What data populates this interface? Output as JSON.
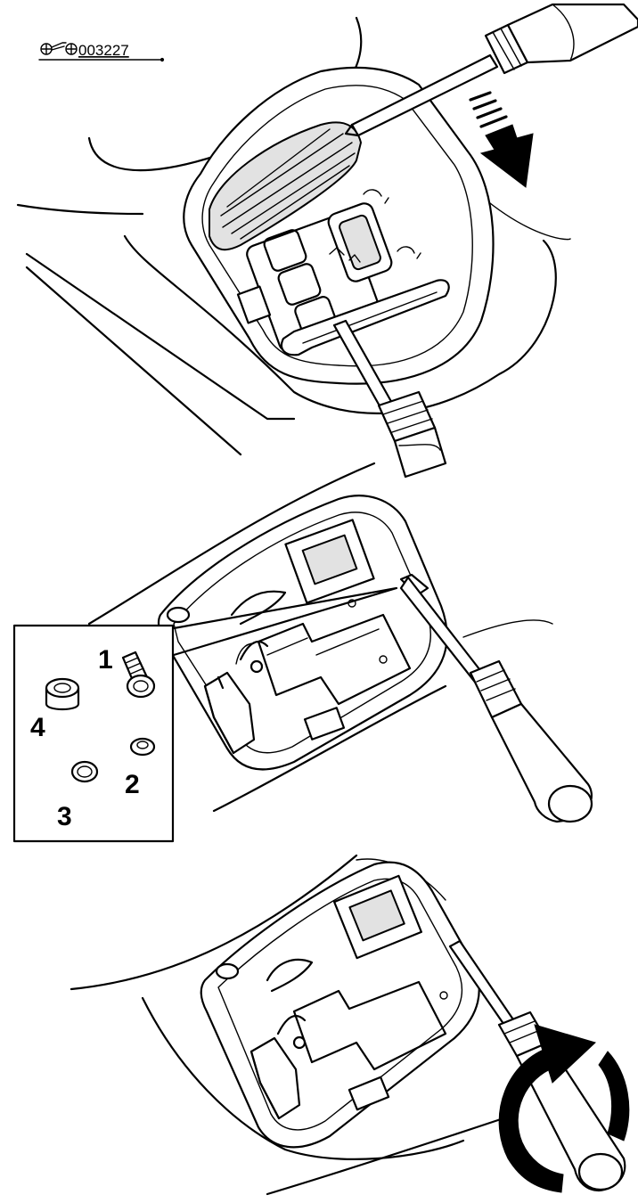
{
  "reference": {
    "code": "003227"
  },
  "callouts": [
    {
      "id": "1",
      "label": "1"
    },
    {
      "id": "2",
      "label": "2"
    },
    {
      "id": "3",
      "label": "3"
    },
    {
      "id": "4",
      "label": "4"
    }
  ],
  "icons": {
    "reference_symbol": "car-symbol-icon",
    "pull_direction": "pull-down-arrow-icon",
    "rotation": "rotate-arrow-icon"
  }
}
